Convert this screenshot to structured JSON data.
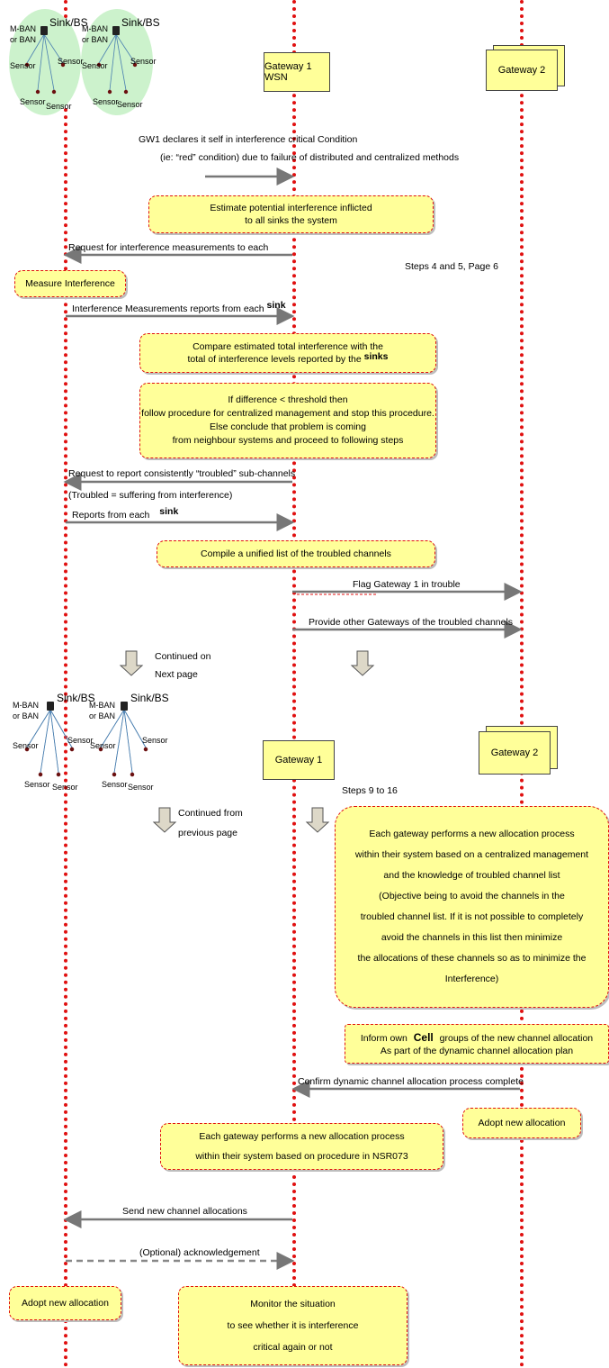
{
  "ban_cluster": {
    "sink": "Sink/BS",
    "mban": "M-BAN or BAN",
    "sensor": "Sensor"
  },
  "top": {
    "gateway1": "Gateway 1 WSN",
    "gateway2": "Gateway 2",
    "gw1_declares": "GW1 declares it self in interference critical Condition",
    "red_condition": "(ie: “red” condition) due to failure of distributed and centralized methods",
    "estimate_l1": "Estimate potential interference inflicted",
    "estimate_l2": "to all  sinks the system",
    "request_measure": "Request for interference measurements to each",
    "steps45": "Steps 4 and 5, Page 6",
    "measure_box": "Measure Interference",
    "reports_a": "Interference Measurements reports from each",
    "sink_word": "sink",
    "compare_l1": "Compare estimated total interference with the",
    "compare_l2a": "total of interference levels reported by the",
    "sinks_word": "sinks",
    "diff_l1": "If difference < threshold then",
    "diff_l2": "follow procedure for centralized management and stop this procedure.",
    "diff_l3": "Else conclude that problem is coming",
    "diff_l4": "from neighbour systems and proceed to following steps",
    "request_troubled": "Request to report consistently  “troubled” sub-channels",
    "troubled_def": "(Troubled = suffering from interference)",
    "reports_each": "Reports from each",
    "compile": "Compile a unified list of the troubled channels",
    "flag": "Flag  Gateway 1 in trouble",
    "provide": "Provide other Gateways of the troubled channels",
    "continued_next_1": "Continued on",
    "continued_next_2": "Next page"
  },
  "bottom": {
    "gateway1": "Gateway 1",
    "gateway2": "Gateway 2",
    "steps916": "Steps 9 to 16",
    "continued_prev_1": "Continued from",
    "continued_prev_2": "previous page",
    "alloc_lines": [
      "Each gateway performs a new allocation process",
      "within their system based on a centralized management",
      "and the knowledge of  troubled channel list",
      "(Objective being to avoid the channels in the",
      "troubled  channel list.  If it is not possible to completely",
      "avoid the channels in this list then minimize",
      "the allocations of these channels so as to minimize the",
      "Interference)"
    ],
    "inform_a": "Inform own",
    "cell_word": "Cell",
    "inform_b": "groups of the new channel allocation",
    "inform_l2": "As part of the dynamic channel allocation plan",
    "confirm": "Confirm dynamic channel allocation process complete",
    "adopt_gw2": "Adopt new allocation",
    "each_l1": "Each gateway performs a new allocation process",
    "each_l2": "within their system based on procedure in NSR073",
    "send_new": "Send new channel allocations",
    "ack": "(Optional) acknowledgement",
    "adopt_ban": "Adopt new allocation",
    "monitor_l1": "Monitor the situation",
    "monitor_l2": "to see whether it is interference",
    "monitor_l3": "critical again or not"
  }
}
